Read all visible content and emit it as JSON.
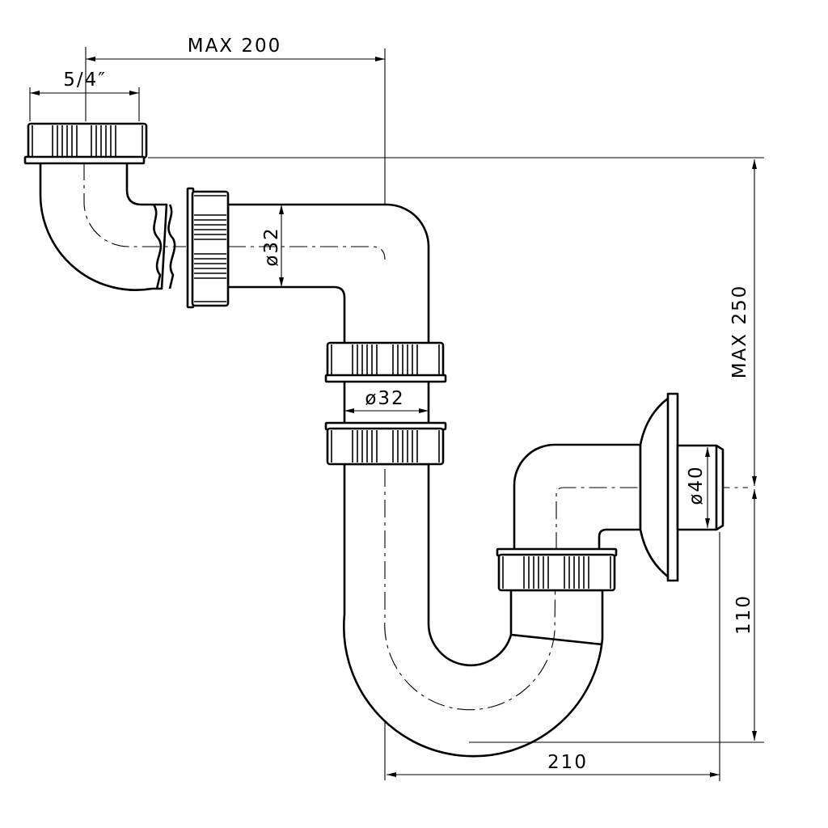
{
  "dimensions": {
    "max_width": "MAX 200",
    "thread": "5/4″",
    "pipe_diameter_horizontal": "ø32",
    "pipe_diameter_vertical": "ø32",
    "max_height": "MAX 250",
    "outlet_diameter": "ø40",
    "outlet_height": "110",
    "outlet_offset": "210"
  }
}
